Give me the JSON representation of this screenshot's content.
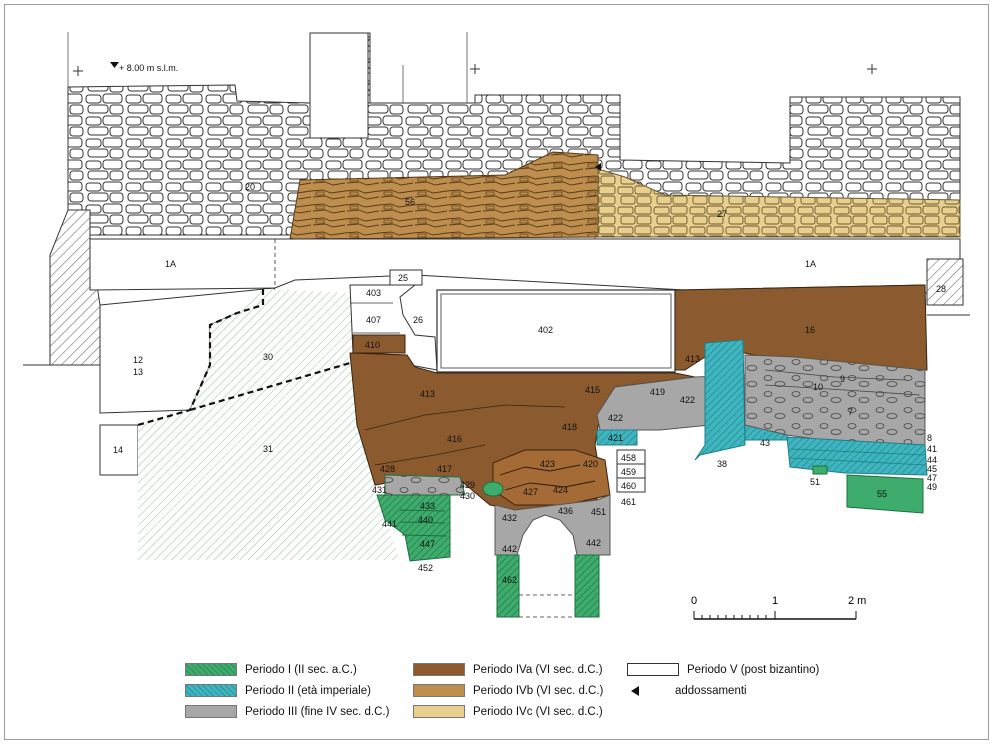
{
  "figure": {
    "elevation_label": "+ 8.00 m s.l.m.",
    "scale": {
      "labels": [
        "0",
        "1",
        "2 m"
      ]
    }
  },
  "colors": {
    "periodo_I": "#3eac6c",
    "periodo_II": "#3fb5bf",
    "periodo_III": "#a7a7a7",
    "periodo_IVa": "#8b5a2e",
    "periodo_IVb": "#bd8e4e",
    "periodo_IVc": "#e8cf8e",
    "periodo_V": "#ffffff",
    "hatch_light": "#cfe3d3",
    "stone_line": "#2a2a2a"
  },
  "units": {
    "u20": "20",
    "u56": "56",
    "u27": "27",
    "u1A_left": "1A",
    "u1A_right": "1A",
    "u25": "25",
    "u28": "28",
    "u403": "403",
    "u407": "407",
    "u26": "26",
    "u402": "402",
    "u16": "16",
    "u12": "12",
    "u13": "13",
    "u30": "30",
    "u410": "410",
    "u413a": "413",
    "u413b": "413",
    "u415": "415",
    "u419": "419",
    "u422a": "422",
    "u422b": "422",
    "u9": "9",
    "u10": "10",
    "u7": "7",
    "u418": "418",
    "u421": "421",
    "u43": "43",
    "u38": "38",
    "u8": "8",
    "u41": "41",
    "u44": "44",
    "u45": "45",
    "u47": "47",
    "u49": "49",
    "u14": "14",
    "u31": "31",
    "u416": "416",
    "u417": "417",
    "u428": "428",
    "u423": "423",
    "u420": "420",
    "u458": "458",
    "u459": "459",
    "u460": "460",
    "u461": "461",
    "u427": "427",
    "u424": "424",
    "u429": "429",
    "u430": "430",
    "u431": "431",
    "u433": "433",
    "u440": "440",
    "u441": "441",
    "u447": "447",
    "u452": "452",
    "u432": "432",
    "u436": "436",
    "u451": "451",
    "u442a": "442",
    "u442b": "442",
    "u462": "462",
    "u51": "51",
    "u55": "55"
  },
  "legend": {
    "p1": "Periodo I (II sec. a.C.)",
    "p2": "Periodo II (età imperiale)",
    "p3": "Periodo III (fine IV sec. d.C.)",
    "p4a": "Periodo IVa (VI sec. d.C.)",
    "p4b": "Periodo IVb (VI sec. d.C.)",
    "p4c": "Periodo IVc (VI sec. d.C.)",
    "p5": "Periodo V (post bizantino)",
    "addossamenti": "addossamenti",
    "icon_addossamenti": "left-pointing-triangle"
  }
}
